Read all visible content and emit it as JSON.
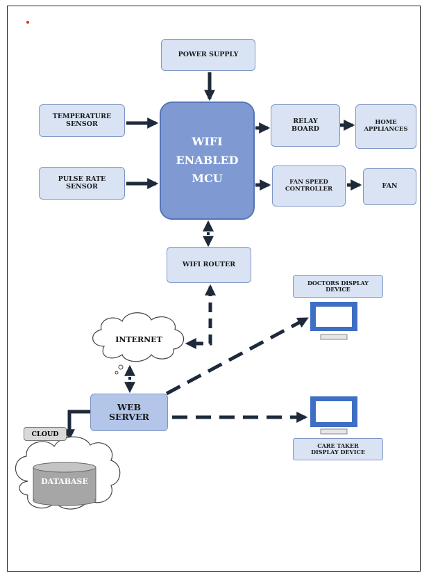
{
  "blocks": {
    "power_supply": "POWER SUPPLY",
    "temperature_sensor": "TEMPERATURE\nSENSOR",
    "pulse_rate_sensor": "PULSE RATE\nSENSOR",
    "mcu": "WIFI\nENABLED\nMCU",
    "relay_board": "RELAY\nBOARD",
    "home_appliances": "HOME\nAPPLIANCES",
    "fan_speed_controller": "FAN SPEED\nCONTROLLER",
    "fan": "FAN",
    "wifi_router": "WIFI ROUTER",
    "internet": "INTERNET",
    "web_server": "WEB\nSERVER",
    "cloud": "CLOUD",
    "database": "DATABASE",
    "doctors_display": "DOCTORS DISPLAY\nDEVICE",
    "care_taker_display": "CARE TAKER\nDISPLAY DEVICE"
  },
  "icons": {
    "monitor": "computer-monitor-icon",
    "cloud": "cloud-icon",
    "database": "database-cylinder-icon"
  },
  "colors": {
    "box_fill": "#d9e3f4",
    "box_border": "#7f96c4",
    "mcu_fill": "#7f9ad3",
    "web_server_fill": "#b3c5e8",
    "arrow": "#1e2a3a",
    "monitor": "#3f6fc4",
    "database": "#a6a6a6"
  }
}
